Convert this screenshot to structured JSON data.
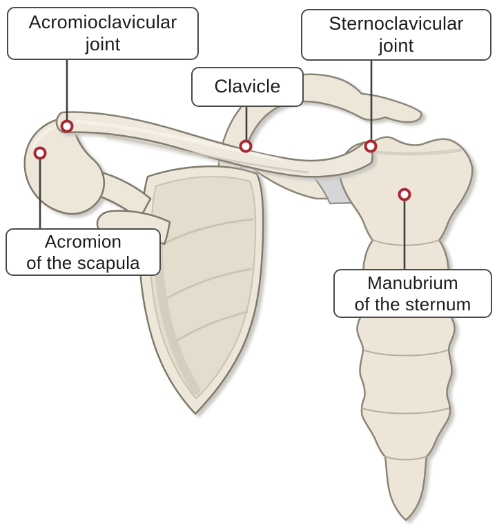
{
  "labels": {
    "acromioclavicular": {
      "lines": [
        "Acromioclavicular",
        "joint"
      ]
    },
    "sternoclavicular": {
      "lines": [
        "Sternoclavicular",
        "joint"
      ]
    },
    "clavicle": {
      "lines": [
        "Clavicle"
      ]
    },
    "acromion": {
      "lines": [
        "Acromion",
        "of the scapula"
      ]
    },
    "manubrium": {
      "lines": [
        "Manubrium",
        "of the sternum"
      ]
    }
  },
  "markers": {
    "names": [
      "acromioclavicular-joint",
      "clavicle",
      "sternoclavicular-joint",
      "acromion",
      "manubrium"
    ],
    "ring_color": "#A62833",
    "fill_color": "#FFFFFF"
  },
  "colors": {
    "background": "#FFFFFF",
    "bone_fill": "#EDE7DA",
    "bone_highlight": "#F6F2E8",
    "bone_outline": "#8A8577",
    "fossa_fill": "#E3DDCE",
    "fossa_shade": "#D3CCBC",
    "cartilage_fill": "#D6D5D8",
    "shadow": "#C8C7C3",
    "label_border": "#4A4A4A",
    "label_text": "#1C1C1C",
    "leader_line": "#3D3D3D"
  }
}
